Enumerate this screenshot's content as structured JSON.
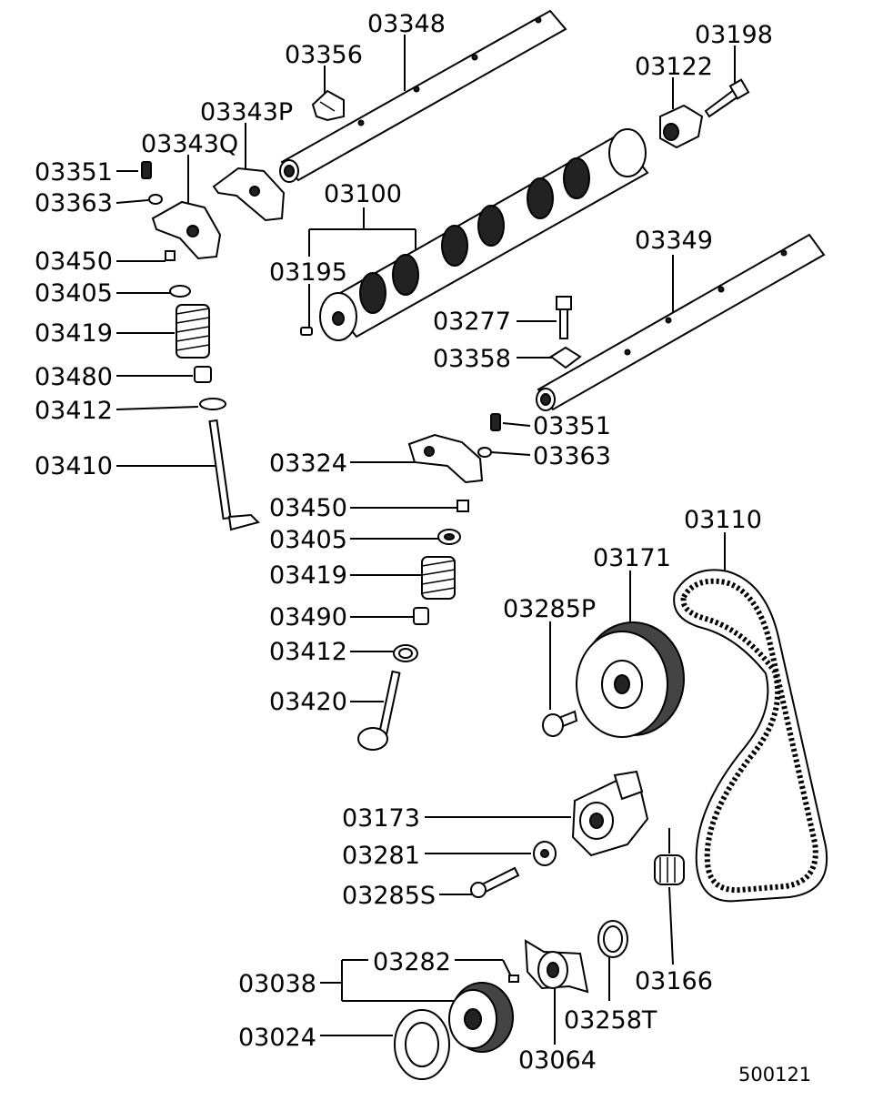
{
  "diagram": {
    "reference_number": "500121",
    "labels": {
      "l03348": "03348",
      "l03356": "03356",
      "l03198": "03198",
      "l03122": "03122",
      "l03343P": "03343P",
      "l03343Q": "03343Q",
      "l03351a": "03351",
      "l03363a": "03363",
      "l03100": "03100",
      "l03349": "03349",
      "l03450a": "03450",
      "l03195": "03195",
      "l03405a": "03405",
      "l03277": "03277",
      "l03419a": "03419",
      "l03358": "03358",
      "l03480": "03480",
      "l03412a": "03412",
      "l03351b": "03351",
      "l03363b": "03363",
      "l03410": "03410",
      "l03324": "03324",
      "l03450b": "03450",
      "l03110": "03110",
      "l03405b": "03405",
      "l03171": "03171",
      "l03419b": "03419",
      "l03285P": "03285P",
      "l03490": "03490",
      "l03412b": "03412",
      "l03420": "03420",
      "l03173": "03173",
      "l03281": "03281",
      "l03285S": "03285S",
      "l03282": "03282",
      "l03038": "03038",
      "l03166": "03166",
      "l03258T": "03258T",
      "l03024": "03024",
      "l03064": "03064"
    }
  }
}
